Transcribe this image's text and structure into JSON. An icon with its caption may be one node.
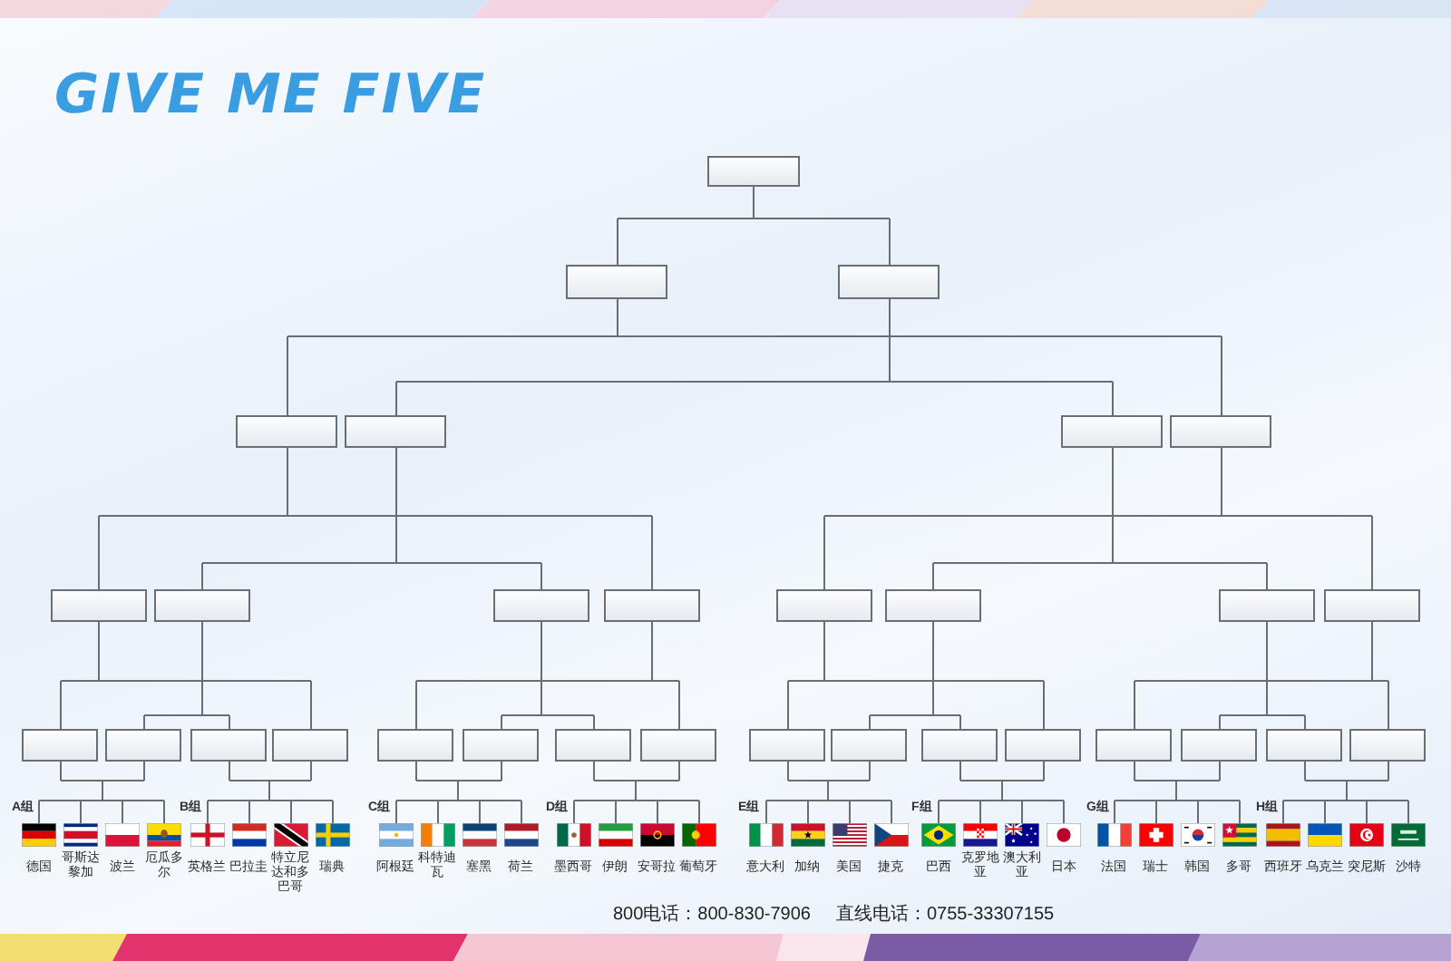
{
  "diagram": {
    "title": "GIVE ME FIVE",
    "nodes": [
      {
        "text": [],
        "shape": "box"
      },
      {
        "text": [],
        "shape": "box"
      },
      {
        "text": [],
        "shape": "box"
      },
      {
        "text": [],
        "shape": "box"
      },
      {
        "text": [],
        "shape": "box"
      },
      {
        "text": [],
        "shape": "box"
      },
      {
        "text": [],
        "shape": "box"
      },
      {
        "text": [],
        "shape": "box"
      },
      {
        "text": [],
        "shape": "box"
      },
      {
        "text": [],
        "shape": "box"
      },
      {
        "text": [],
        "shape": "box"
      },
      {
        "text": [],
        "shape": "box"
      },
      {
        "text": [],
        "shape": "box"
      },
      {
        "text": [],
        "shape": "box"
      },
      {
        "text": [],
        "shape": "box"
      },
      {
        "text": [],
        "shape": "box"
      },
      {
        "text": [],
        "shape": "box"
      },
      {
        "text": [],
        "shape": "box"
      },
      {
        "text": [],
        "shape": "box"
      },
      {
        "text": [],
        "shape": "box"
      },
      {
        "text": [],
        "shape": "box"
      },
      {
        "text": [],
        "shape": "box"
      },
      {
        "text": [],
        "shape": "box"
      },
      {
        "text": [],
        "shape": "box"
      },
      {
        "text": [],
        "shape": "box"
      },
      {
        "text": [],
        "shape": "box"
      },
      {
        "text": [],
        "shape": "box"
      },
      {
        "text": [],
        "shape": "box"
      },
      {
        "text": [],
        "shape": "box"
      },
      {
        "text": [],
        "shape": "box"
      },
      {
        "text": [],
        "shape": "box"
      },
      {
        "text": [
          "德国"
        ]
      },
      {
        "text": [
          "哥斯达黎加"
        ]
      },
      {
        "text": [
          "波兰"
        ]
      },
      {
        "text": [
          "厄瓜多尔"
        ]
      },
      {
        "text": [
          "英格兰"
        ]
      },
      {
        "text": [
          "巴拉圭"
        ]
      },
      {
        "text": [
          "特立尼达和多巴哥"
        ]
      },
      {
        "text": [
          "瑞典"
        ]
      },
      {
        "text": [
          "阿根廷"
        ]
      },
      {
        "text": [
          "科特迪瓦"
        ]
      },
      {
        "text": [
          "塞黑"
        ]
      },
      {
        "text": [
          "荷兰"
        ]
      },
      {
        "text": [
          "墨西哥"
        ]
      },
      {
        "text": [
          "伊朗"
        ]
      },
      {
        "text": [
          "安哥拉"
        ]
      },
      {
        "text": [
          "葡萄牙"
        ]
      },
      {
        "text": [
          "意大利"
        ]
      },
      {
        "text": [
          "加纳"
        ]
      },
      {
        "text": [
          "美国"
        ]
      },
      {
        "text": [
          "捷克"
        ]
      },
      {
        "text": [
          "巴西"
        ]
      },
      {
        "text": [
          "克罗地亚"
        ]
      },
      {
        "text": [
          "澳大利亚"
        ]
      },
      {
        "text": [
          "日本"
        ]
      },
      {
        "text": [
          "法国"
        ]
      },
      {
        "text": [
          "瑞士"
        ]
      },
      {
        "text": [
          "韩国"
        ]
      },
      {
        "text": [
          "多哥"
        ]
      },
      {
        "text": [
          "西班牙"
        ]
      },
      {
        "text": [
          "乌克兰"
        ]
      },
      {
        "text": [
          "突尼斯"
        ]
      },
      {
        "text": [
          "沙特"
        ]
      }
    ],
    "edges": [
      {
        "from": 0,
        "to": 1,
        "arrow": "none"
      },
      {
        "from": 0,
        "to": 2,
        "arrow": "none"
      },
      {
        "from": 1,
        "to": 3,
        "arrow": "none"
      },
      {
        "from": 1,
        "to": 6,
        "arrow": "none"
      },
      {
        "from": 2,
        "to": 4,
        "arrow": "none"
      },
      {
        "from": 2,
        "to": 5,
        "arrow": "none"
      },
      {
        "from": 3,
        "to": 7,
        "arrow": "none"
      },
      {
        "from": 3,
        "to": 10,
        "arrow": "none"
      },
      {
        "from": 4,
        "to": 8,
        "arrow": "none"
      },
      {
        "from": 4,
        "to": 9,
        "arrow": "none"
      },
      {
        "from": 5,
        "to": 12,
        "arrow": "none"
      },
      {
        "from": 5,
        "to": 13,
        "arrow": "none"
      },
      {
        "from": 6,
        "to": 11,
        "arrow": "none"
      },
      {
        "from": 6,
        "to": 14,
        "arrow": "none"
      },
      {
        "from": 7,
        "to": 15,
        "arrow": "none"
      },
      {
        "from": 7,
        "to": 18,
        "arrow": "none"
      },
      {
        "from": 8,
        "to": 16,
        "arrow": "none"
      },
      {
        "from": 8,
        "to": 17,
        "arrow": "none"
      },
      {
        "from": 9,
        "to": 20,
        "arrow": "none"
      },
      {
        "from": 9,
        "to": 21,
        "arrow": "none"
      },
      {
        "from": 10,
        "to": 19,
        "arrow": "none"
      },
      {
        "from": 10,
        "to": 22,
        "arrow": "none"
      },
      {
        "from": 11,
        "to": 23,
        "arrow": "none"
      },
      {
        "from": 11,
        "to": 26,
        "arrow": "none"
      },
      {
        "from": 12,
        "to": 24,
        "arrow": "none"
      },
      {
        "from": 12,
        "to": 25,
        "arrow": "none"
      },
      {
        "from": 13,
        "to": 28,
        "arrow": "none"
      },
      {
        "from": 13,
        "to": 29,
        "arrow": "none"
      },
      {
        "from": 14,
        "to": 27,
        "arrow": "none"
      },
      {
        "from": 14,
        "to": 30,
        "arrow": "none"
      },
      {
        "from": 15,
        "to": 31,
        "arrow": "none"
      },
      {
        "from": 15,
        "to": 32,
        "arrow": "none"
      },
      {
        "from": 15,
        "to": 33,
        "arrow": "none"
      },
      {
        "from": 15,
        "to": 34,
        "arrow": "none"
      },
      {
        "from": 16,
        "to": 31,
        "arrow": "none"
      },
      {
        "from": 16,
        "to": 32,
        "arrow": "none"
      },
      {
        "from": 16,
        "to": 33,
        "arrow": "none"
      },
      {
        "from": 16,
        "to": 34,
        "arrow": "none"
      },
      {
        "from": 17,
        "to": 35,
        "arrow": "none"
      },
      {
        "from": 17,
        "to": 36,
        "arrow": "none"
      },
      {
        "from": 17,
        "to": 37,
        "arrow": "none"
      },
      {
        "from": 17,
        "to": 38,
        "arrow": "none"
      },
      {
        "from": 18,
        "to": 35,
        "arrow": "none"
      },
      {
        "from": 18,
        "to": 36,
        "arrow": "none"
      },
      {
        "from": 18,
        "to": 37,
        "arrow": "none"
      },
      {
        "from": 18,
        "to": 38,
        "arrow": "none"
      },
      {
        "from": 19,
        "to": 39,
        "arrow": "none"
      },
      {
        "from": 19,
        "to": 40,
        "arrow": "none"
      },
      {
        "from": 19,
        "to": 41,
        "arrow": "none"
      },
      {
        "from": 19,
        "to": 42,
        "arrow": "none"
      },
      {
        "from": 20,
        "to": 39,
        "arrow": "none"
      },
      {
        "from": 20,
        "to": 40,
        "arrow": "none"
      },
      {
        "from": 20,
        "to": 41,
        "arrow": "none"
      },
      {
        "from": 20,
        "to": 42,
        "arrow": "none"
      },
      {
        "from": 21,
        "to": 43,
        "arrow": "none"
      },
      {
        "from": 21,
        "to": 44,
        "arrow": "none"
      },
      {
        "from": 21,
        "to": 45,
        "arrow": "none"
      },
      {
        "from": 21,
        "to": 46,
        "arrow": "none"
      },
      {
        "from": 22,
        "to": 43,
        "arrow": "none"
      },
      {
        "from": 22,
        "to": 44,
        "arrow": "none"
      },
      {
        "from": 22,
        "to": 45,
        "arrow": "none"
      },
      {
        "from": 22,
        "to": 46,
        "arrow": "none"
      },
      {
        "from": 23,
        "to": 47,
        "arrow": "none"
      },
      {
        "from": 23,
        "to": 48,
        "arrow": "none"
      },
      {
        "from": 23,
        "to": 49,
        "arrow": "none"
      },
      {
        "from": 23,
        "to": 50,
        "arrow": "none"
      },
      {
        "from": 24,
        "to": 47,
        "arrow": "none"
      },
      {
        "from": 24,
        "to": 48,
        "arrow": "none"
      },
      {
        "from": 24,
        "to": 49,
        "arrow": "none"
      },
      {
        "from": 24,
        "to": 50,
        "arrow": "none"
      },
      {
        "from": 25,
        "to": 51,
        "arrow": "none"
      },
      {
        "from": 25,
        "to": 52,
        "arrow": "none"
      },
      {
        "from": 25,
        "to": 53,
        "arrow": "none"
      },
      {
        "from": 25,
        "to": 54,
        "arrow": "none"
      },
      {
        "from": 26,
        "to": 51,
        "arrow": "none"
      },
      {
        "from": 26,
        "to": 52,
        "arrow": "none"
      },
      {
        "from": 26,
        "to": 53,
        "arrow": "none"
      },
      {
        "from": 26,
        "to": 54,
        "arrow": "none"
      },
      {
        "from": 27,
        "to": 55,
        "arrow": "none"
      },
      {
        "from": 27,
        "to": 56,
        "arrow": "none"
      },
      {
        "from": 27,
        "to": 57,
        "arrow": "none"
      },
      {
        "from": 27,
        "to": 58,
        "arrow": "none"
      },
      {
        "from": 28,
        "to": 55,
        "arrow": "none"
      },
      {
        "from": 28,
        "to": 56,
        "arrow": "none"
      },
      {
        "from": 28,
        "to": 57,
        "arrow": "none"
      },
      {
        "from": 28,
        "to": 58,
        "arrow": "none"
      },
      {
        "from": 29,
        "to": 59,
        "arrow": "none"
      },
      {
        "from": 29,
        "to": 60,
        "arrow": "none"
      },
      {
        "from": 29,
        "to": 61,
        "arrow": "none"
      },
      {
        "from": 29,
        "to": 62,
        "arrow": "none"
      },
      {
        "from": 30,
        "to": 59,
        "arrow": "none"
      },
      {
        "from": 30,
        "to": 60,
        "arrow": "none"
      },
      {
        "from": 30,
        "to": 61,
        "arrow": "none"
      },
      {
        "from": 30,
        "to": 62,
        "arrow": "none"
      }
    ],
    "labels": [
      "A组",
      "B组",
      "C组",
      "D组",
      "E组",
      "F组",
      "G组",
      "H组",
      "800电话：800-830-7906",
      "直线电话：0755-33307155"
    ]
  }
}
